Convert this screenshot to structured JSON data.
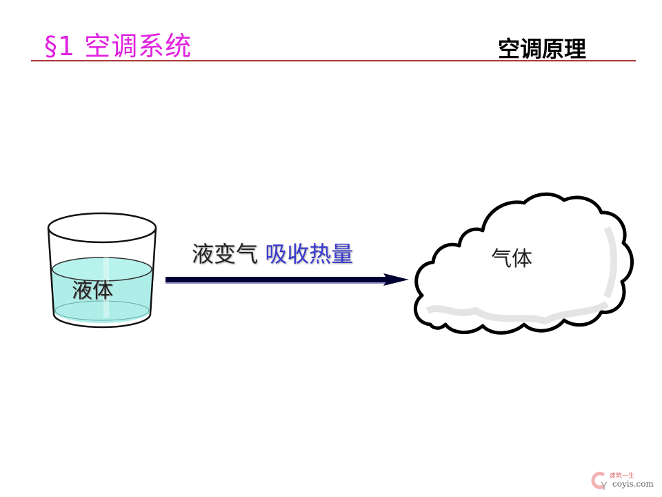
{
  "header": {
    "title": "§1 空调系统",
    "subtitle": "空调原理"
  },
  "diagram": {
    "liquid_label": "液体",
    "gas_label": "气体",
    "arrow_caption_part1": "液变气 ",
    "arrow_caption_part2": "吸收热量"
  },
  "colors": {
    "title": "#e020e0",
    "rule": "#a83838",
    "arrow": "#000033",
    "caption_highlight": "#3a3ad0",
    "water": "#a6ece6"
  },
  "watermark": {
    "chinese": "建筑一生",
    "domain": "coyis.com"
  }
}
